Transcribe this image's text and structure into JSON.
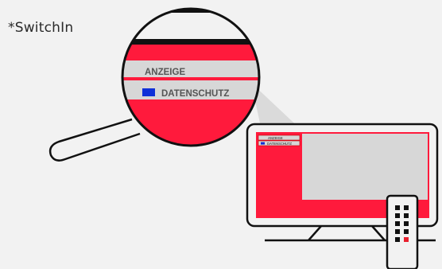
{
  "caption": "*SwitchIn",
  "magnifier": {
    "line1": "ANZEIGE",
    "line2": "DATENSCHUTZ"
  },
  "tv_menu": {
    "line1": "ANZEIGE",
    "line2": "DATENSCHUTZ"
  },
  "colors": {
    "background": "#f2f2f2",
    "accent_red": "#ff1a3c",
    "panel_grey": "#d7d7d7",
    "outline": "#111111",
    "blue_marker": "#1030d8",
    "remote_red_button": "#e8202e"
  },
  "icons": {
    "magnifier": "magnifying-glass-icon",
    "tv": "tv-icon",
    "remote": "remote-control-icon"
  }
}
